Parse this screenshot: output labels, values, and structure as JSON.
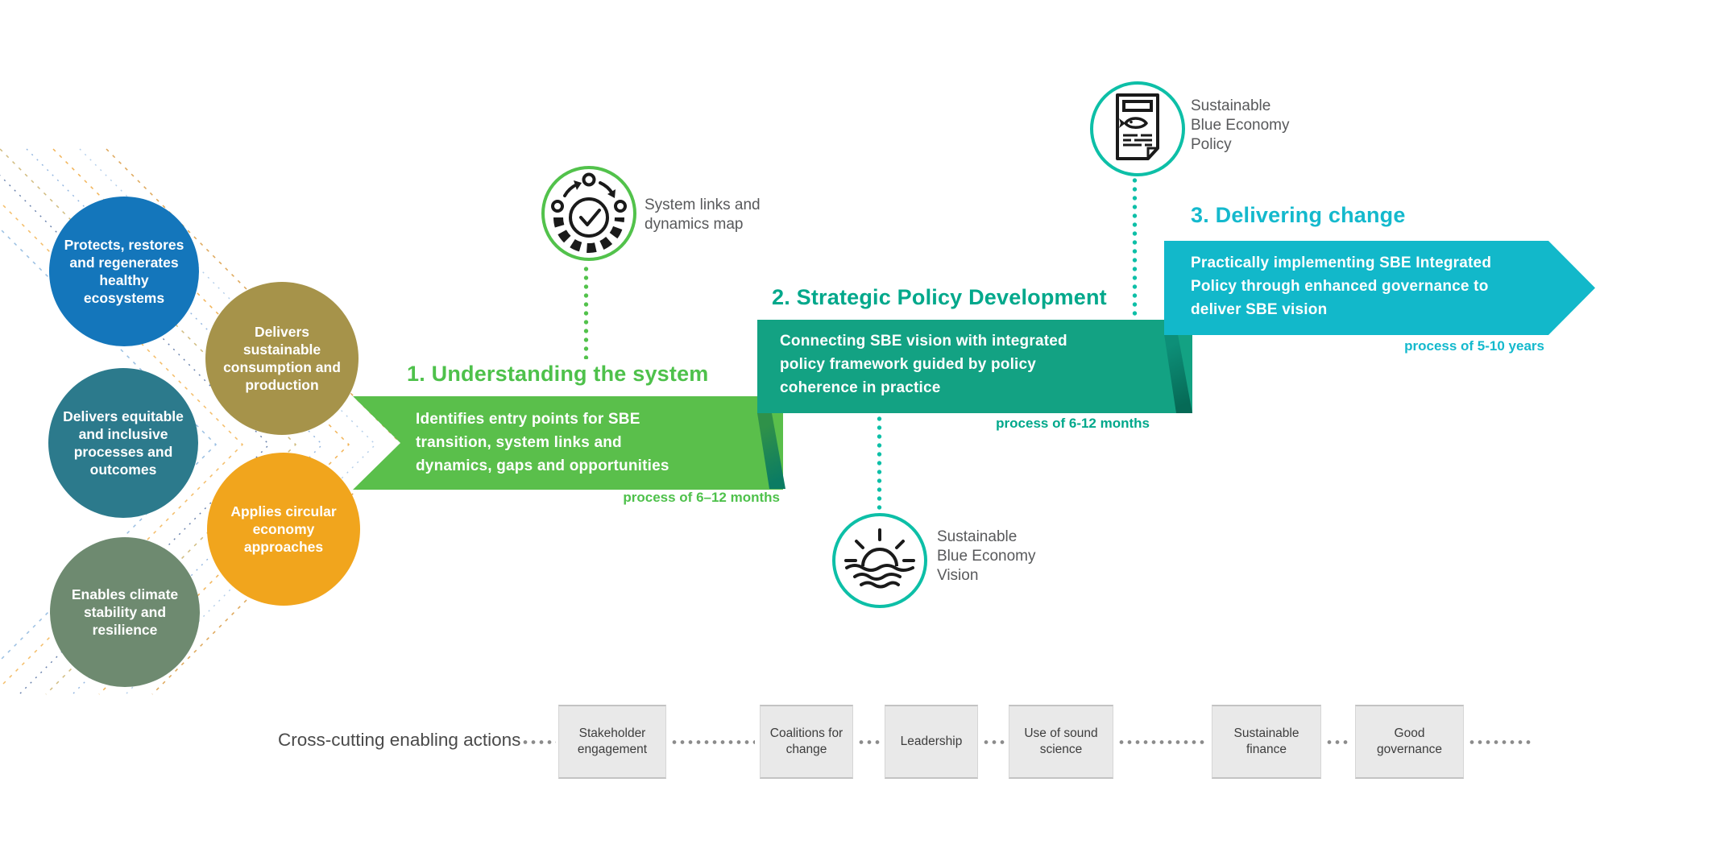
{
  "principles": [
    {
      "label": "Protects, restores and regenerates healthy ecosystems",
      "color": "#1476bb"
    },
    {
      "label": "Delivers sustainable consumption and production",
      "color": "#a6934a"
    },
    {
      "label": "Delivers equitable and inclusive processes and outcomes",
      "color": "#2c7a8c"
    },
    {
      "label": "Applies circular economy approaches",
      "color": "#f1a51d"
    },
    {
      "label": "Enables climate stability and resilience",
      "color": "#6e8a70"
    }
  ],
  "stages": [
    {
      "title": "1. Understanding the system",
      "description": "Identifies entry points for SBE transition, system links and dynamics, gaps and opportunities",
      "duration": "process of 6–12 months",
      "band_color": "#5abf4b",
      "accent_color": "#4ec14b"
    },
    {
      "title": "2. Strategic Policy Development",
      "description": "Connecting SBE vision with integrated policy framework guided by policy coherence in practice",
      "duration": "process of 6-12 months",
      "band_color": "#13a283",
      "accent_color": "#00a88b"
    },
    {
      "title": "3. Delivering change",
      "description": "Practically implementing SBE Integrated Policy through enhanced governance to deliver SBE vision",
      "duration": "process of 5-10 years",
      "band_color": "#12b8ca",
      "accent_color": "#14b9cd"
    }
  ],
  "outputs": [
    {
      "label": "System links and dynamics map",
      "ring_color": "#52c24b"
    },
    {
      "label": "Sustainable Blue Economy Policy",
      "ring_color": "#0dbfa7"
    },
    {
      "label": "Sustainable Blue Economy Vision",
      "ring_color": "#0dbfa7"
    }
  ],
  "enabling": {
    "label": "Cross-cutting enabling actions",
    "items": [
      "Stakeholder engagement",
      "Coalitions for change",
      "Leadership",
      "Use of sound science",
      "Sustainable finance",
      "Good governance"
    ]
  }
}
